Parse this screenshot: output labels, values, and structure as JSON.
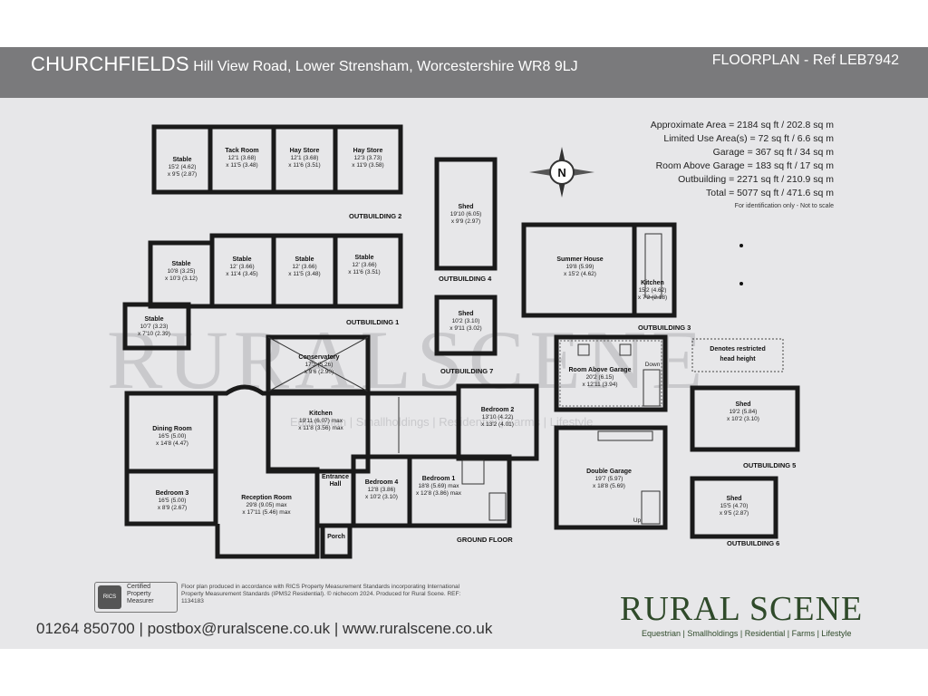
{
  "header": {
    "property_name": "CHURCHFIELDS",
    "address": "Hill View Road, Lower Strensham, Worcestershire WR8 9LJ",
    "ref": "FLOORPLAN - Ref LEB7942"
  },
  "areas": [
    "Approximate Area = 2184 sq ft / 202.8 sq m",
    "Limited Use Area(s) = 72 sq ft / 6.6 sq m",
    "Garage = 367 sq ft / 34 sq m",
    "Room Above Garage = 183 sq ft / 17 sq m",
    "Outbuilding = 2271 sq ft / 210.9 sq m",
    "Total = 5077 sq ft / 471.6 sq m"
  ],
  "areas_note": "For identification only - Not to scale",
  "compass_label": "N",
  "watermark": "RURALSCENE",
  "watermark_sub": "Equestrian | Smallholdings | Residential | Farms | Lifestyle",
  "restricted_note": "Denotes restricted head height",
  "rooms": {
    "stable_o2": {
      "name": "Stable",
      "dims": [
        "15'2 (4.62)",
        "x 9'5 (2.87)"
      ]
    },
    "tack_room": {
      "name": "Tack Room",
      "dims": [
        "12'1 (3.68)",
        "x 11'5 (3.48)"
      ]
    },
    "hay_store_1": {
      "name": "Hay Store",
      "dims": [
        "12'1 (3.68)",
        "x 11'6 (3.51)"
      ]
    },
    "hay_store_2": {
      "name": "Hay Store",
      "dims": [
        "12'3 (3.73)",
        "x 11'9 (3.58)"
      ]
    },
    "shed_o4": {
      "name": "Shed",
      "dims": [
        "19'10 (6.05)",
        "x 9'9 (2.97)"
      ]
    },
    "stable_a": {
      "name": "Stable",
      "dims": [
        "10'8 (3.25)",
        "x 10'3 (3.12)"
      ]
    },
    "stable_b": {
      "name": "Stable",
      "dims": [
        "12' (3.66)",
        "x 11'4 (3.45)"
      ]
    },
    "stable_c": {
      "name": "Stable",
      "dims": [
        "12' (3.66)",
        "x 11'5 (3.48)"
      ]
    },
    "stable_d": {
      "name": "Stable",
      "dims": [
        "12' (3.66)",
        "x 11'6 (3.51)"
      ]
    },
    "stable_e": {
      "name": "Stable",
      "dims": [
        "10'7 (3.23)",
        "x 7'10 (2.39)"
      ]
    },
    "shed_o7": {
      "name": "Shed",
      "dims": [
        "10'2 (3.10)",
        "x 9'11 (3.02)"
      ]
    },
    "summer_house": {
      "name": "Summer House",
      "dims": [
        "19'8 (5.99)",
        "x 15'2 (4.62)"
      ]
    },
    "kitchen_o3": {
      "name": "Kitchen",
      "dims": [
        "15'2 (4.62)",
        "x 7'2 (2.18)"
      ]
    },
    "conservatory": {
      "name": "Conservatory",
      "dims": [
        "17'3 (5.26)",
        "x 9'6 (2.90)"
      ]
    },
    "kitchen": {
      "name": "Kitchen",
      "dims": [
        "19'11 (6.07) max",
        "x 11'8 (3.56) max"
      ]
    },
    "dining_room": {
      "name": "Dining Room",
      "dims": [
        "16'5 (5.00)",
        "x 14'8 (4.47)"
      ]
    },
    "bedroom_3": {
      "name": "Bedroom 3",
      "dims": [
        "16'5 (5.00)",
        "x 8'9 (2.67)"
      ]
    },
    "reception_room": {
      "name": "Reception Room",
      "dims": [
        "29'8 (9.05) max",
        "x 17'11 (5.46) max"
      ]
    },
    "entrance_hall": {
      "name": "Entrance Hall",
      "dims": []
    },
    "porch": {
      "name": "Porch",
      "dims": []
    },
    "bedroom_4": {
      "name": "Bedroom 4",
      "dims": [
        "12'8 (3.86)",
        "x 10'2 (3.10)"
      ]
    },
    "bedroom_1": {
      "name": "Bedroom 1",
      "dims": [
        "18'8 (5.69) max",
        "x 12'8 (3.86) max"
      ]
    },
    "bedroom_2": {
      "name": "Bedroom 2",
      "dims": [
        "13'10 (4.22)",
        "x 13'2 (4.01)"
      ]
    },
    "room_above_garage": {
      "name": "Room Above Garage",
      "dims": [
        "20'2 (6.15)",
        "x 12'11 (3.94)"
      ]
    },
    "double_garage": {
      "name": "Double Garage",
      "dims": [
        "19'7 (5.97)",
        "x 18'8 (5.69)"
      ]
    },
    "shed_o5": {
      "name": "Shed",
      "dims": [
        "19'2 (5.84)",
        "x 10'2 (3.10)"
      ]
    },
    "shed_o6": {
      "name": "Shed",
      "dims": [
        "15'5 (4.70)",
        "x 9'5 (2.87)"
      ]
    }
  },
  "small_labels": {
    "down": "Down",
    "up": "Up"
  },
  "building_labels": {
    "o1": "OUTBUILDING 1",
    "o2": "OUTBUILDING 2",
    "o3": "OUTBUILDING 3",
    "o4": "OUTBUILDING 4",
    "o5": "OUTBUILDING 5",
    "o6": "OUTBUILDING 6",
    "o7": "OUTBUILDING 7",
    "ground": "GROUND FLOOR"
  },
  "footer": {
    "rics": [
      "Certified",
      "Property",
      "Measurer"
    ],
    "rics_badge": "RICS",
    "disclaimer": "Floor plan produced in accordance with RICS Property Measurement Standards incorporating International Property Measurement Standards (IPMS2 Residential). © nichecom 2024. Produced for Rural Scene.  REF: 1134183",
    "contact": "01264 850700 | postbox@ruralscene.co.uk | www.ruralscene.co.uk",
    "brand": "RURAL SCENE",
    "tagline": "Equestrian | Smallholdings | Residential | Farms | Lifestyle"
  },
  "colors": {
    "header_bg": "#7a7a7c",
    "plan_bg": "#e7e7e9",
    "brand_green": "#2f4a2a"
  }
}
